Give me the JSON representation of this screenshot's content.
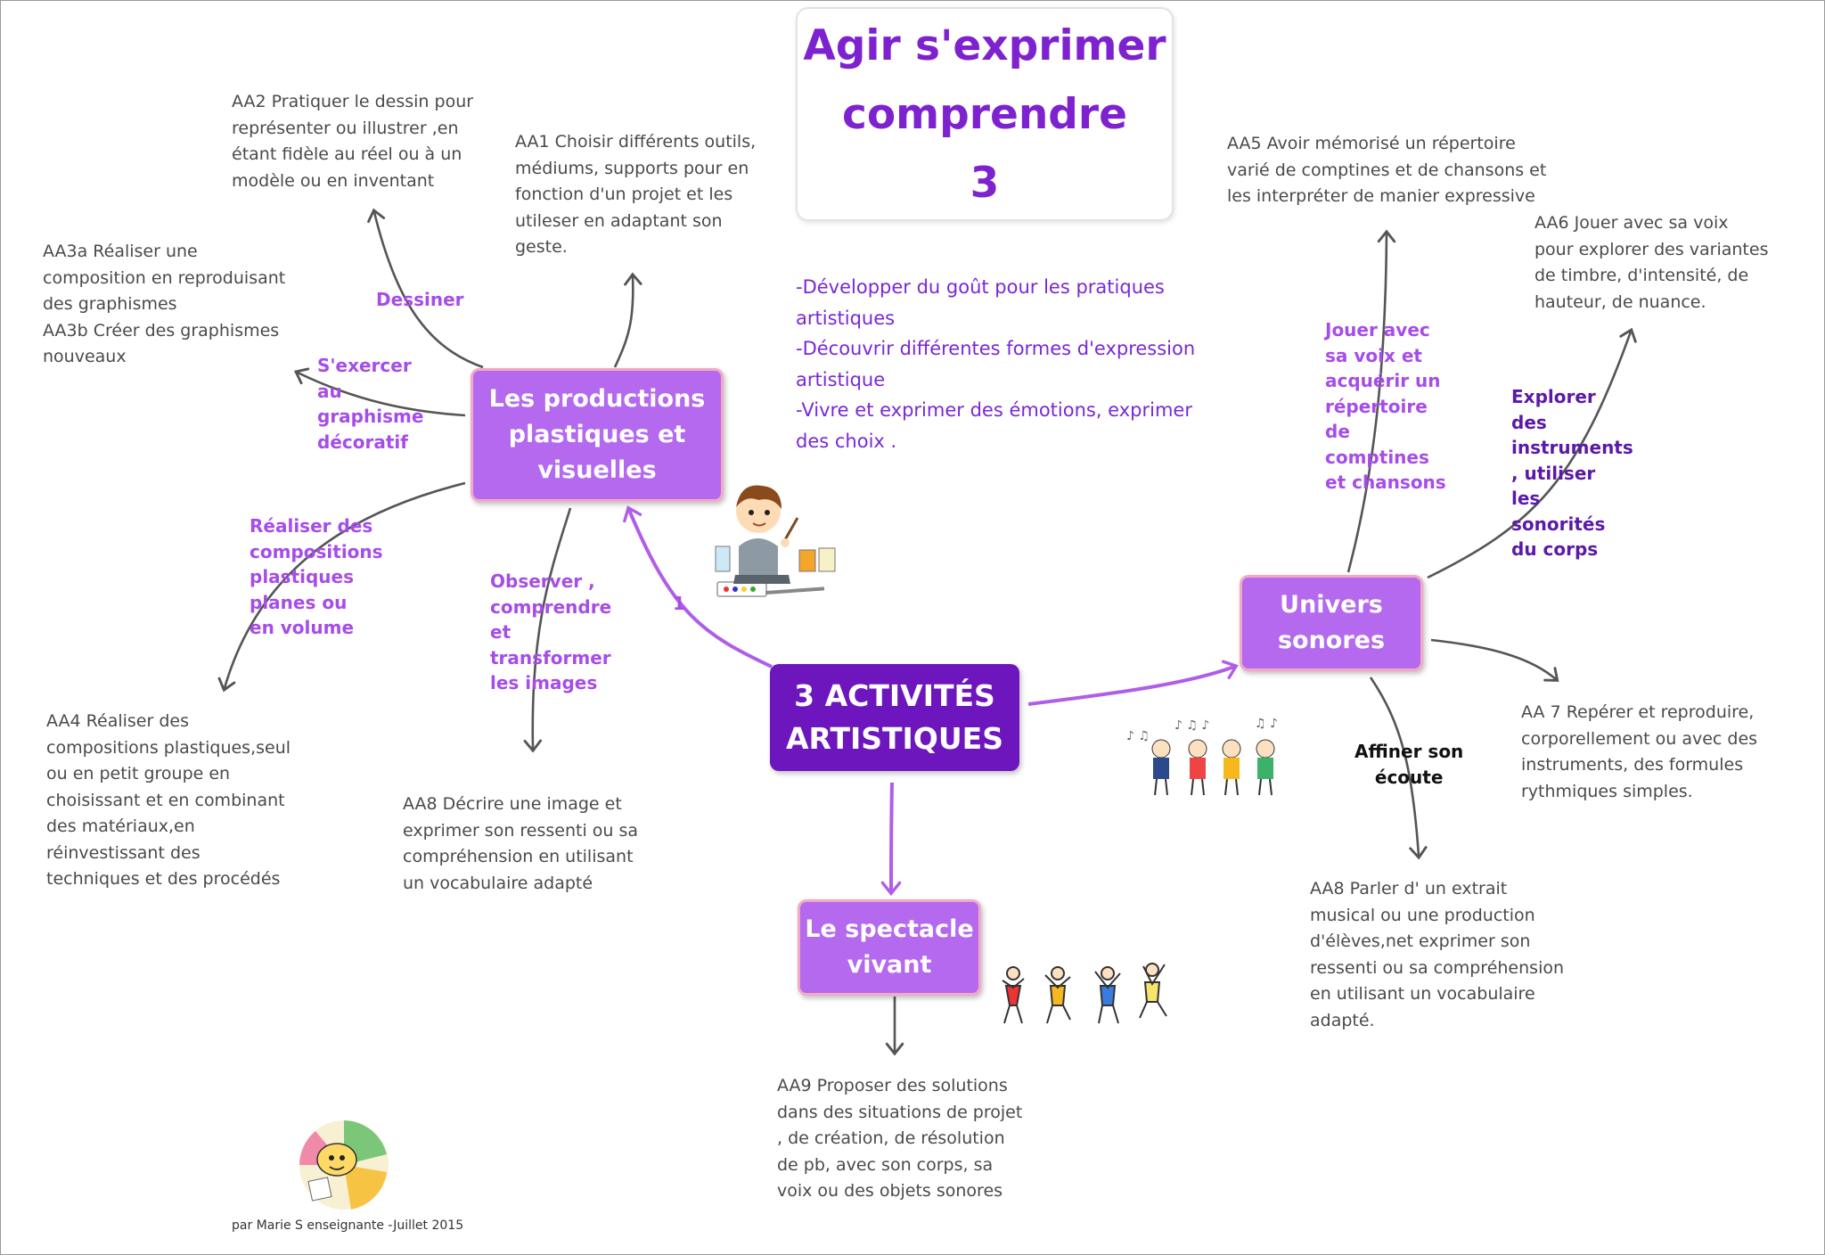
{
  "title": "Agir s'exprimer\ncomprendre\n3",
  "center_node": "3 ACTIVITÉS\nARTISTIQUES",
  "goals": "-Développer  du goût pour les pratiques\nartistiques\n-Découvrir différentes formes d'expression\nartistique\n-Vivre et exprimer des émotions, exprimer\ndes choix .",
  "link_number": "1",
  "nodes": {
    "productions": "Les productions\nplastiques et\nvisuelles",
    "univers": "Univers\nsonores",
    "spectacle": "Le spectacle\nvivant"
  },
  "branch_labels": {
    "dessiner": "Dessiner",
    "graphisme": "S'exercer\nau\ngraphisme\ndécoratif",
    "compositions": "Réaliser des\ncompositions\nplastiques\nplanes ou\nen volume",
    "observer": "Observer ,\ncomprendre\net\ntransformer\nles images",
    "jouer_voix": "Jouer avec\nsa voix et\nacquérir un\nrépertoire\nde\ncomptines\net chansons",
    "explorer": "Explorer\ndes\ninstruments\n, utiliser\nles\nsonorités\ndu corps",
    "affiner": "Affiner son\nécoute"
  },
  "leaves": {
    "aa1": "AA1 Choisir différents outils,\nmédiums, supports pour en\nfonction d'un projet et les\nutileser en adaptant son\ngeste.",
    "aa2": "AA2 Pratiquer le dessin pour\nreprésenter ou illustrer ,en\nétant fidèle au réel ou à un\nmodèle ou en inventant",
    "aa3": "AA3a Réaliser une\ncomposition en reproduisant\ndes graphismes\nAA3b Créer des graphismes\nnouveaux",
    "aa4": "AA4 Réaliser des\ncompositions  plastiques,seul\nou en petit groupe en\nchoisissant et en combinant\ndes matériaux,en\nréinvestissant des\ntechniques et des procédés",
    "aa8_images": "AA8 Décrire une image et\nexprimer son ressenti ou sa\ncompréhension en utilisant\nun vocabulaire adapté",
    "aa5": "AA5 Avoir mémorisé un répertoire\nvarié de comptines et de chansons et\nles interpréter de manier expressive",
    "aa6": "AA6 Jouer avec sa voix\npour explorer des variantes\nde timbre, d'intensité, de\nhauteur, de nuance.",
    "aa7": "AA 7 Repérer et reproduire,\ncorporellement ou avec des\ninstruments, des formules\nrythmiques simples.",
    "aa8_musique": "AA8 Parler d' un extrait\nmusical ou une production\nd'élèves,net exprimer son\nressenti ou sa compréhension\nen utilisant un vocabulaire\nadapté.",
    "aa9": "AA9  Proposer des solutions\ndans des situations de projet\n, de création, de résolution\nde pb, avec son corps, sa\nvoix ou des objets sonores"
  },
  "signature": "par Marie S enseignante -Juillet 2015",
  "colors": {
    "center": "#6d16bd",
    "node": "#b469ee",
    "node_border": "#f2a9c6",
    "branch_text": "#a64de8",
    "connector_purple": "#b05de8",
    "connector_grey": "#555555"
  }
}
